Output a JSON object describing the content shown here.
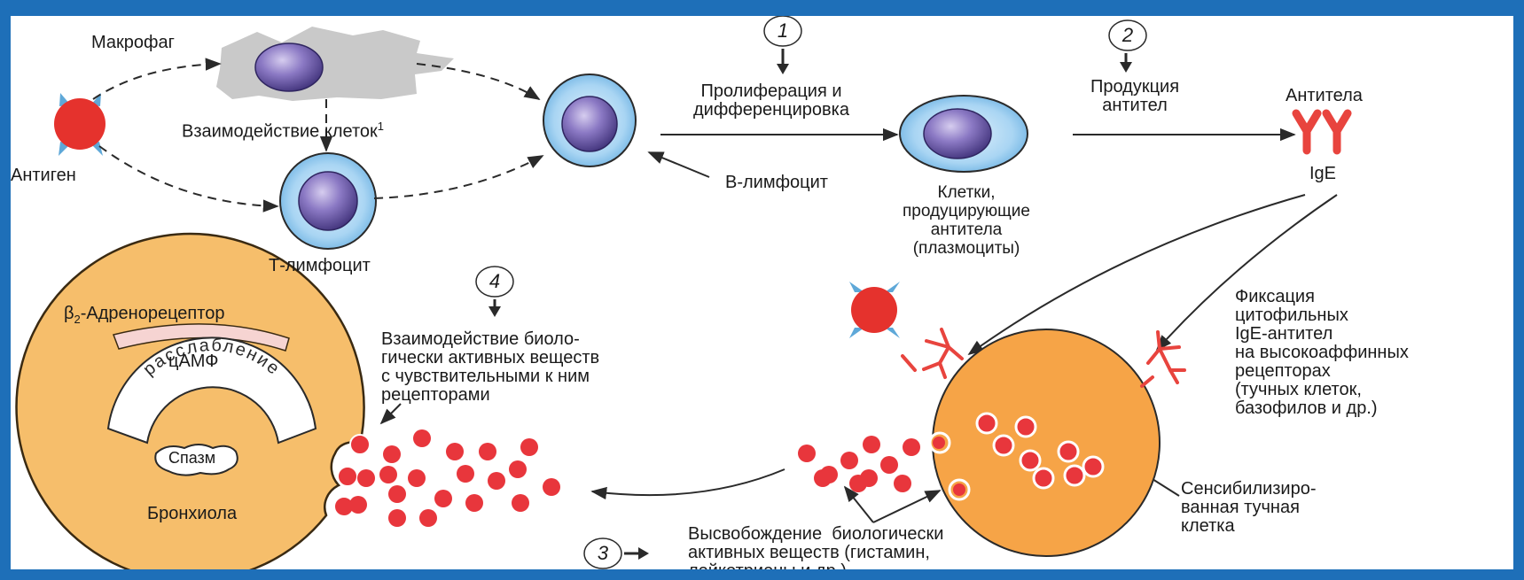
{
  "labels": {
    "macrophage": "Макрофаг",
    "cell_interaction": "Взаимодействие клеток",
    "cell_interaction_sup": "1",
    "antigen": "Антиген",
    "t_lymphocyte": "Т-лимфоцит",
    "b_lymphocyte": "В-лимфоцит",
    "proliferation": "Пролиферация и\nдифференцировка",
    "antibody_production": "Продукция\nантител",
    "antibodies": "Антитела",
    "ige": "IgE",
    "plasma_cells": "Клетки,\nпродуцирующие\nантитела\n(плазмоциты)",
    "b2_receptor_prefix": "β",
    "b2_receptor_sub": "2",
    "b2_receptor_suffix": "-Адренорецептор",
    "camp": "цАМФ",
    "relaxation": "расслабление",
    "spasm": "Спазм",
    "bronchiole": "Бронхиола",
    "interaction_bav": "Взаимодействие биоло-\nгически активных веществ\nс чувствительными к ним\nрецепторами",
    "fixation": "Фиксация\nцитофильных\nIgE-антител\nна высокоаффинных\nрецепторах\n(тучных клеток,\nбазофилов и др.)",
    "sensitized_mast_cell": "Сенсибилизиро-\nванная тучная\nклетка",
    "release_bav": "Высвобождение  биологически\nактивных веществ (гистамин,\nлейкотриены и др.)"
  },
  "steps": {
    "step1": "1",
    "step2": "2",
    "step3": "3",
    "step4": "4"
  },
  "colors": {
    "frame": "#1e6fb8",
    "antigen": "#e5322d",
    "cell_blue": "#8dc7ef",
    "nucleus": "#5e4f9c",
    "macrophage": "#c9c9c9",
    "mast_cell": "#f6a447",
    "bronchiole": "#f6be6b",
    "mediator": "#e8363c",
    "antibody": "#e8443e",
    "receptor_band": "#f6d4d2"
  }
}
